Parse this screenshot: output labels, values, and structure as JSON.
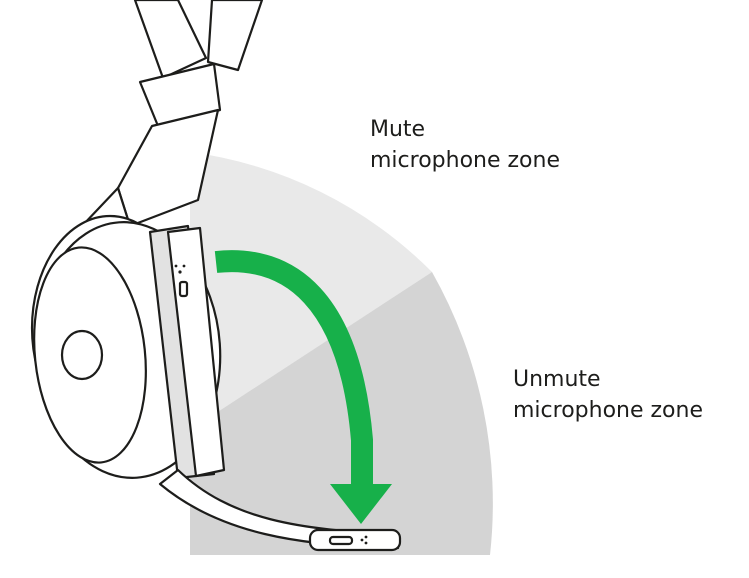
{
  "labels": {
    "mute_zone": [
      "Mute",
      "microphone zone"
    ],
    "unmute_zone": [
      "Unmute",
      "microphone zone"
    ]
  },
  "colors": {
    "mute_zone_fill": "#e9e9e9",
    "unmute_zone_fill": "#d4d4d4",
    "arrow": "#17b04a",
    "outline": "#1d1d1b",
    "headset_fill": "#ffffff",
    "slider_fill": "#e2e2e2"
  },
  "icons": {
    "rotation_arrow": "curved-arrow-down",
    "boom_arm": "microphone-boom"
  }
}
